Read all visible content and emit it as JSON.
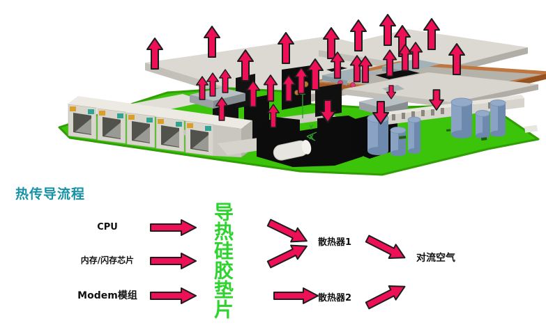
{
  "flow_title": {
    "text": "热传导流程",
    "color": "#1791A6"
  },
  "flow": {
    "sources": [
      {
        "label": "CPU"
      },
      {
        "label": "内存/闪存芯片"
      },
      {
        "label": "Modem模组"
      }
    ],
    "medium": {
      "label": "导热硅胶垫片",
      "color": "#2FD32F"
    },
    "sinks": [
      {
        "label": "散热器1"
      },
      {
        "label": "散热器2"
      }
    ],
    "outlet": {
      "label": "对流空气"
    },
    "arrow_color": "#EE1057"
  },
  "illustration": {
    "name": "PCB 散热 3D 爆炸示意图",
    "rj45_port_count": 5,
    "capacitor_count": 6,
    "heat_arrows_up": 26,
    "heat_arrows_down": 4,
    "palette": {
      "pcb_green": "#3CC40A",
      "pcb_edge_green": "#2F9F05",
      "plate_gray": "#DCD9D2",
      "heatsink_gray": "#B9C1C5",
      "copper": "#C0763F",
      "capacitor_blue": "#8AA3C4",
      "component_black": "#111111",
      "heat_arrow_pink": "#EE1057",
      "led_orange": "#DB9E2B",
      "led_teal": "#2EA495"
    }
  }
}
